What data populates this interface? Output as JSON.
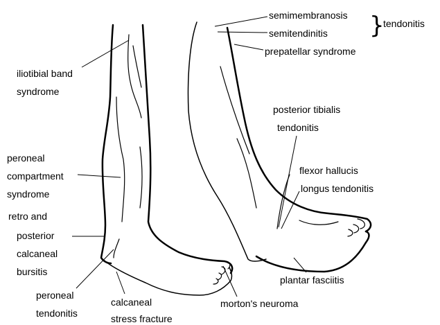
{
  "labels": {
    "semimembranosis": "semimembranosis",
    "semitendinitis": "semitendinitis",
    "tendonitis": "tendonitis",
    "brace": "}",
    "prepatellar": "prepatellar syndrome",
    "iliotibial_1": "iliotibial band",
    "iliotibial_2": "syndrome",
    "posterior_tibialis_1": "posterior tibialis",
    "posterior_tibialis_2": "tendonitis",
    "peroneal_compartment_1": "peroneal",
    "peroneal_compartment_2": "compartment",
    "peroneal_compartment_3": "syndrome",
    "flexor_1": "flexor hallucis",
    "flexor_2": "longus tendonitis",
    "retro_1": "retro and",
    "retro_2": "posterior",
    "retro_3": "calcaneal",
    "retro_4": "bursitis",
    "plantar": "plantar fasciitis",
    "peroneal_tendonitis_1": "peroneal",
    "peroneal_tendonitis_2": "tendonitis",
    "calcaneal_fracture_1": "calcaneal",
    "calcaneal_fracture_2": "stress fracture",
    "mortons": "morton's neuroma"
  },
  "colors": {
    "ink": "#000000",
    "background": "#ffffff"
  }
}
